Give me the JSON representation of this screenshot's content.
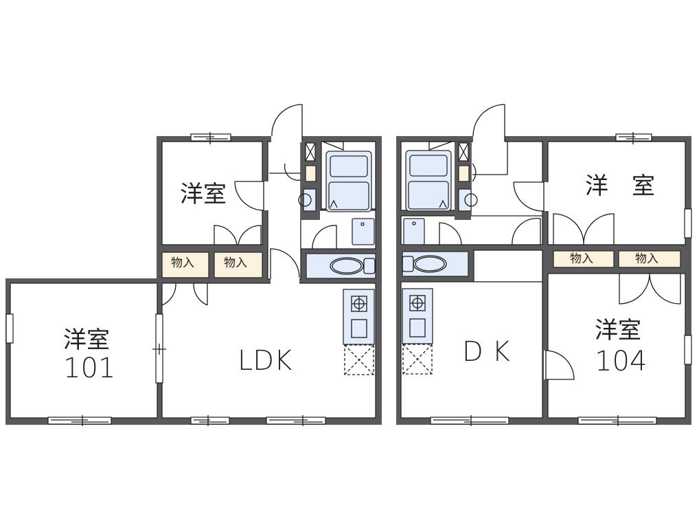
{
  "floorplan": {
    "left_unit": {
      "unit_number": "101",
      "rooms": {
        "western_room_top": "洋室",
        "western_room_main": "洋室",
        "ldk": "LDK",
        "storage_1": "物入",
        "storage_2": "物入"
      }
    },
    "right_unit": {
      "unit_number": "104",
      "rooms": {
        "western_room_top": "洋　室",
        "western_room_main": "洋室",
        "dk": "D K",
        "storage_1": "物入",
        "storage_2": "物入"
      }
    },
    "colors": {
      "wall": "#5a5a5c",
      "fixture_fill": "#e3ecfa",
      "storage_fill": "#fdf2de",
      "line": "#1a1a1a",
      "background": "#ffffff"
    },
    "icons": [
      "window-icon",
      "door-swing-icon",
      "bathtub-icon",
      "toilet-icon",
      "washbasin-icon",
      "stove-icon",
      "sink-icon",
      "fridge-space-icon",
      "washer-space-icon"
    ]
  }
}
